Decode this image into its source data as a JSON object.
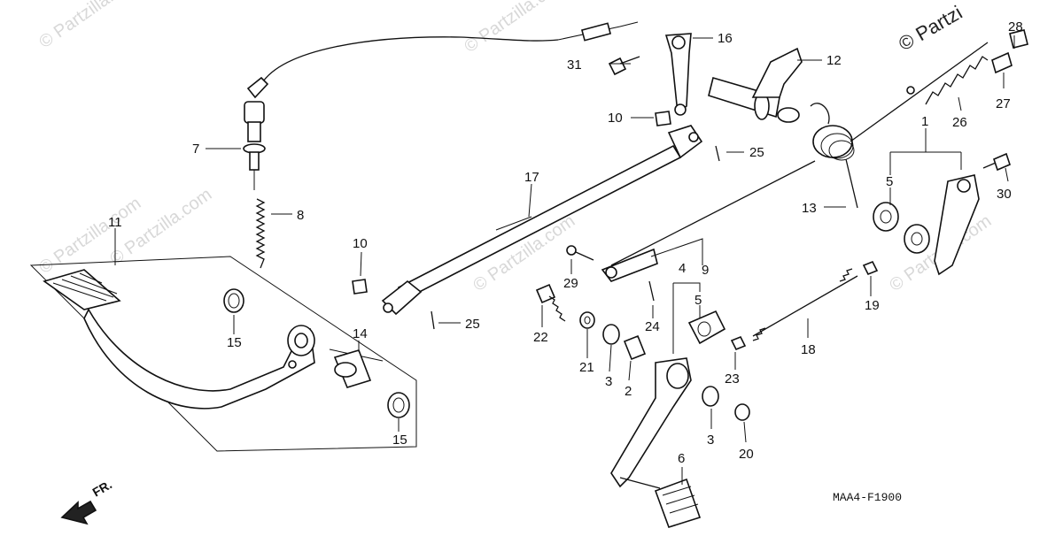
{
  "diagram_code": "MAA4-F1900",
  "direction_label": "FR.",
  "watermarks": {
    "main": "© Partzilla.com",
    "corner": "© Partzi"
  },
  "callouts": {
    "c1": "1",
    "c2": "2",
    "c3a": "3",
    "c3b": "3",
    "c4": "4",
    "c5a": "5",
    "c5b": "5",
    "c6": "6",
    "c7": "7",
    "c8": "8",
    "c9": "9",
    "c10a": "10",
    "c10b": "10",
    "c11": "11",
    "c12": "12",
    "c13": "13",
    "c14": "14",
    "c15a": "15",
    "c15b": "15",
    "c16": "16",
    "c17": "17",
    "c18": "18",
    "c19": "19",
    "c20": "20",
    "c21": "21",
    "c22": "22",
    "c23": "23",
    "c24": "24",
    "c25a": "25",
    "c25b": "25",
    "c26": "26",
    "c27": "27",
    "c28": "28",
    "c29": "29",
    "c30": "30",
    "c31": "31"
  }
}
